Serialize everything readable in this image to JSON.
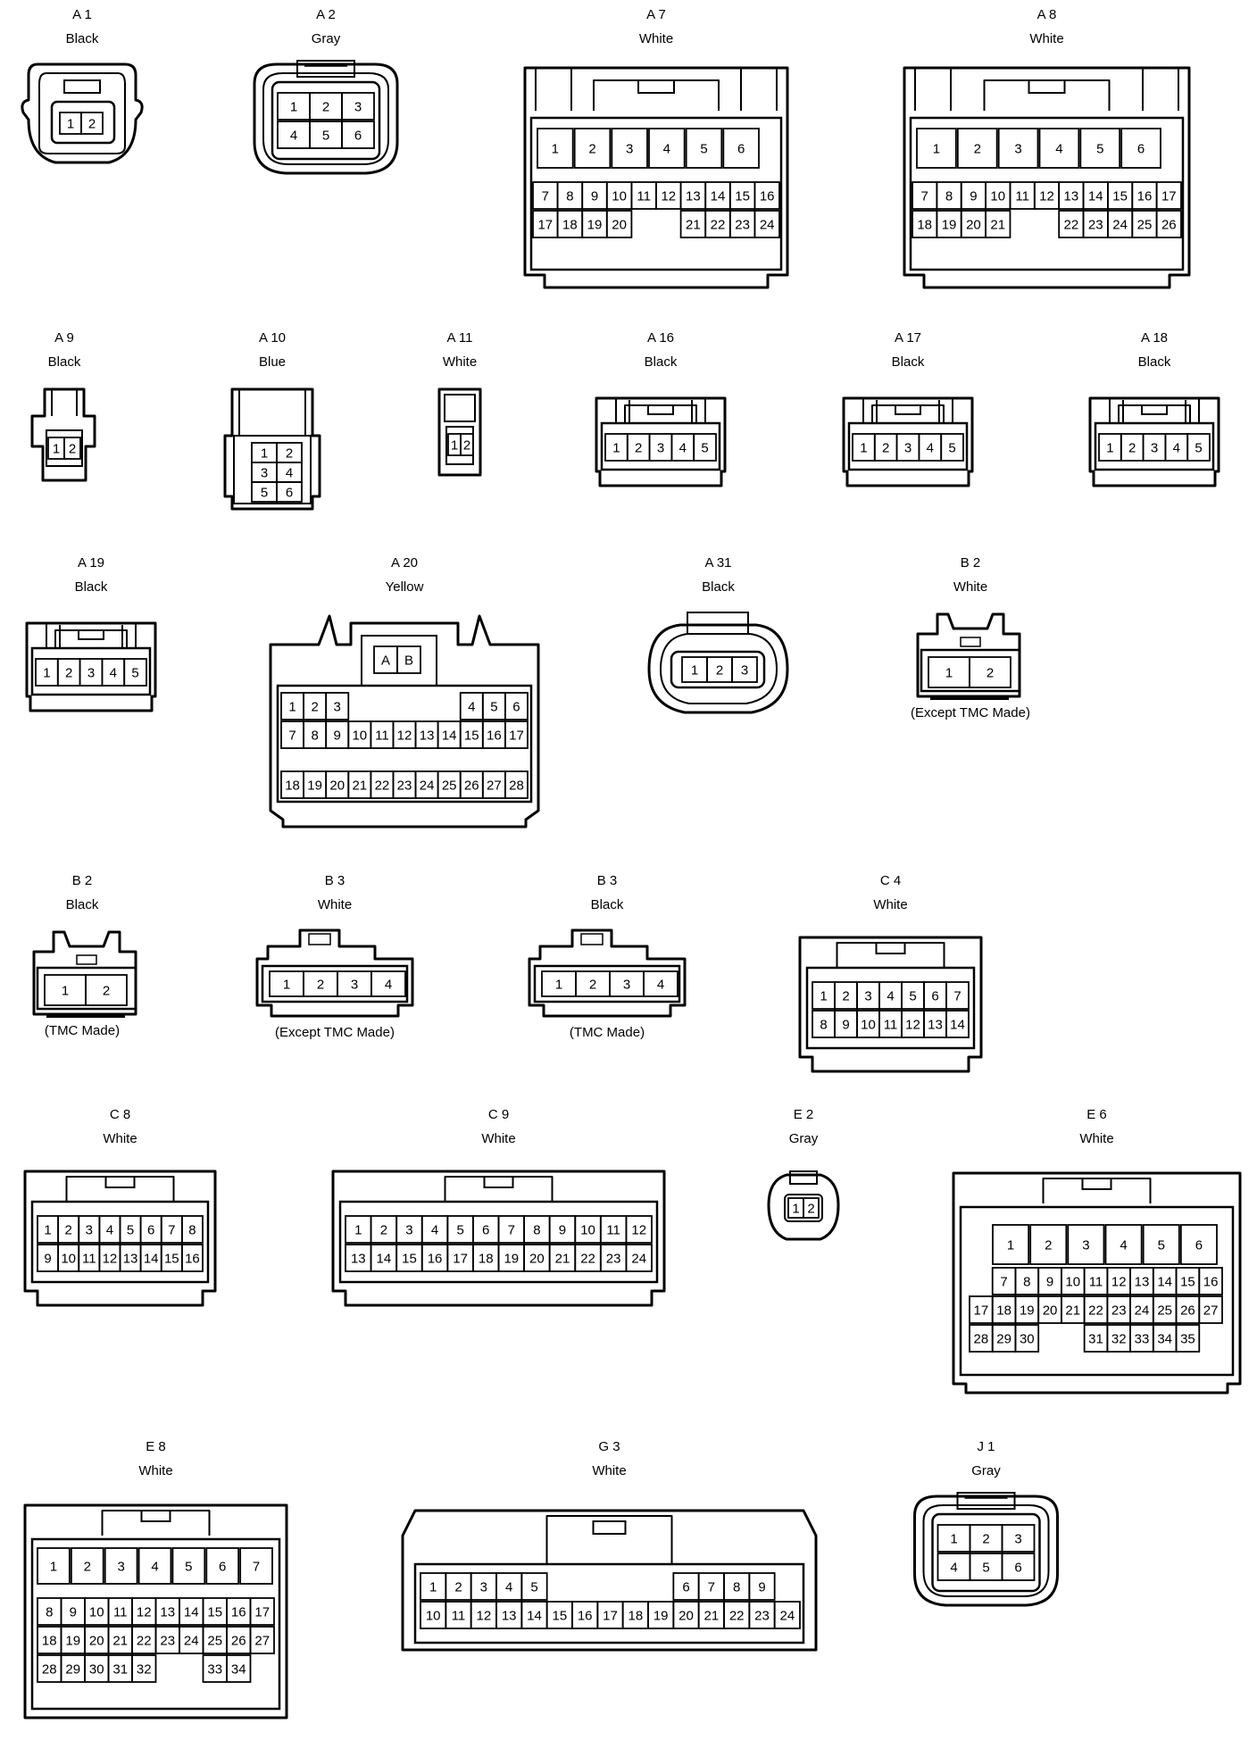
{
  "connectors": [
    {
      "code": "A 1",
      "color": "Black",
      "type": "oval2",
      "pins": [
        "1",
        "2"
      ]
    },
    {
      "code": "A 2",
      "color": "Gray",
      "type": "round6",
      "pins": [
        "1",
        "2",
        "3",
        "4",
        "5",
        "6"
      ]
    },
    {
      "code": "A 7",
      "color": "White",
      "type": "big",
      "top": [
        "1",
        "2",
        "3",
        "4",
        "5",
        "6"
      ],
      "rows": [
        [
          "7",
          "8",
          "9",
          "10",
          "11",
          "12",
          "13",
          "14",
          "15",
          "16"
        ],
        [
          "17",
          "18",
          "19",
          "20",
          "",
          "",
          "21",
          "22",
          "23",
          "24"
        ]
      ]
    },
    {
      "code": "A 8",
      "color": "White",
      "type": "big",
      "top": [
        "1",
        "2",
        "3",
        "4",
        "5",
        "6"
      ],
      "rows": [
        [
          "7",
          "8",
          "9",
          "10",
          "11",
          "12",
          "13",
          "14",
          "15",
          "16",
          "17"
        ],
        [
          "18",
          "19",
          "20",
          "21",
          "",
          "",
          "22",
          "23",
          "24",
          "25",
          "26"
        ]
      ]
    },
    {
      "code": "A 9",
      "color": "Black",
      "type": "small2",
      "pins": [
        "1",
        "2"
      ]
    },
    {
      "code": "A 10",
      "color": "Blue",
      "type": "grid6",
      "pins": [
        "1",
        "2",
        "3",
        "4",
        "5",
        "6"
      ]
    },
    {
      "code": "A 11",
      "color": "White",
      "type": "tiny2",
      "pins": [
        "1",
        "2"
      ]
    },
    {
      "code": "A 16",
      "color": "Black",
      "type": "row5",
      "pins": [
        "1",
        "2",
        "3",
        "4",
        "5"
      ]
    },
    {
      "code": "A 17",
      "color": "Black",
      "type": "row5",
      "pins": [
        "1",
        "2",
        "3",
        "4",
        "5"
      ]
    },
    {
      "code": "A 18",
      "color": "Black",
      "type": "row5",
      "pins": [
        "1",
        "2",
        "3",
        "4",
        "5"
      ]
    },
    {
      "code": "A 19",
      "color": "Black",
      "type": "row5",
      "pins": [
        "1",
        "2",
        "3",
        "4",
        "5"
      ]
    },
    {
      "code": "A 20",
      "color": "Yellow",
      "type": "a20",
      "top": [
        "A",
        "B"
      ],
      "rows": [
        [
          "1",
          "2",
          "3",
          "",
          "",
          "",
          "",
          "",
          "4",
          "5",
          "6"
        ],
        [
          "7",
          "8",
          "9",
          "10",
          "11",
          "12",
          "13",
          "14",
          "15",
          "16",
          "17"
        ],
        [
          "18",
          "19",
          "20",
          "21",
          "22",
          "23",
          "24",
          "25",
          "26",
          "27",
          "28"
        ]
      ]
    },
    {
      "code": "A 31",
      "color": "Black",
      "type": "oval3",
      "pins": [
        "1",
        "2",
        "3"
      ]
    },
    {
      "code": "B 2",
      "color": "White",
      "type": "b2",
      "pins": [
        "1",
        "2"
      ],
      "note": "(Except TMC Made)"
    },
    {
      "code": "B 2",
      "color": "Black",
      "type": "b2",
      "pins": [
        "1",
        "2"
      ],
      "note": "(TMC Made)"
    },
    {
      "code": "B 3",
      "color": "White",
      "type": "b3",
      "pins": [
        "1",
        "2",
        "3",
        "4"
      ],
      "note": "(Except TMC Made)"
    },
    {
      "code": "B 3",
      "color": "Black",
      "type": "b3",
      "pins": [
        "1",
        "2",
        "3",
        "4"
      ],
      "note": "(TMC Made)"
    },
    {
      "code": "C 4",
      "color": "White",
      "type": "rows",
      "rows": [
        [
          "1",
          "2",
          "3",
          "4",
          "5",
          "6",
          "7"
        ],
        [
          "8",
          "9",
          "10",
          "11",
          "12",
          "13",
          "14"
        ]
      ]
    },
    {
      "code": "C 8",
      "color": "White",
      "type": "rows",
      "rows": [
        [
          "1",
          "2",
          "3",
          "4",
          "5",
          "6",
          "7",
          "8"
        ],
        [
          "9",
          "10",
          "11",
          "12",
          "13",
          "14",
          "15",
          "16"
        ]
      ]
    },
    {
      "code": "C 9",
      "color": "White",
      "type": "rows",
      "rows": [
        [
          "1",
          "2",
          "3",
          "4",
          "5",
          "6",
          "7",
          "8",
          "9",
          "10",
          "11",
          "12"
        ],
        [
          "13",
          "14",
          "15",
          "16",
          "17",
          "18",
          "19",
          "20",
          "21",
          "22",
          "23",
          "24"
        ]
      ]
    },
    {
      "code": "E 2",
      "color": "Gray",
      "type": "tinyoval2",
      "pins": [
        "1",
        "2"
      ]
    },
    {
      "code": "E 6",
      "color": "White",
      "type": "e6",
      "top": [
        "1",
        "2",
        "3",
        "4",
        "5",
        "6"
      ],
      "rows": [
        [
          "7",
          "8",
          "9",
          "10",
          "11",
          "12",
          "13",
          "14",
          "15",
          "16"
        ],
        [
          "17",
          "18",
          "19",
          "20",
          "21",
          "22",
          "23",
          "24",
          "25",
          "26",
          "27"
        ],
        [
          "28",
          "29",
          "30",
          "",
          "",
          "31",
          "32",
          "33",
          "34",
          "35"
        ]
      ]
    },
    {
      "code": "E 8",
      "color": "White",
      "type": "e8",
      "top": [
        "1",
        "2",
        "3",
        "4",
        "5",
        "6",
        "7"
      ],
      "rows": [
        [
          "8",
          "9",
          "10",
          "11",
          "12",
          "13",
          "14",
          "15",
          "16",
          "17"
        ],
        [
          "18",
          "19",
          "20",
          "21",
          "22",
          "23",
          "24",
          "25",
          "26",
          "27"
        ],
        [
          "28",
          "29",
          "30",
          "31",
          "32",
          "",
          "",
          "33",
          "34"
        ]
      ]
    },
    {
      "code": "G 3",
      "color": "White",
      "type": "g3",
      "rows": [
        [
          "1",
          "2",
          "3",
          "4",
          "5",
          "",
          "",
          "",
          "",
          "",
          "6",
          "7",
          "8",
          "9"
        ],
        [
          "10",
          "11",
          "12",
          "13",
          "14",
          "15",
          "16",
          "17",
          "18",
          "19",
          "20",
          "21",
          "22",
          "23",
          "24"
        ]
      ]
    },
    {
      "code": "J 1",
      "color": "Gray",
      "type": "round6",
      "pins": [
        "1",
        "2",
        "3",
        "4",
        "5",
        "6"
      ]
    }
  ]
}
